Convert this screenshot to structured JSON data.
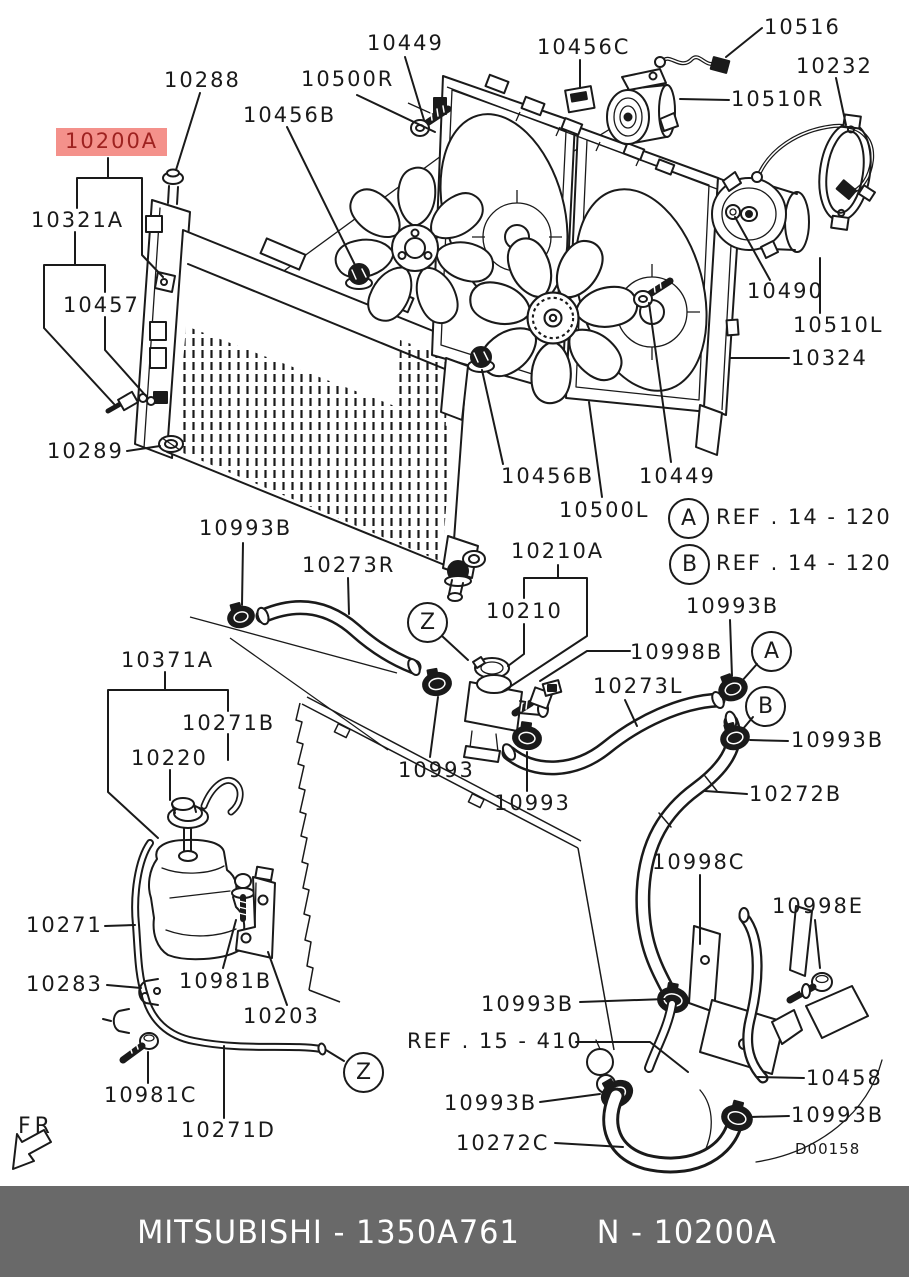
{
  "colors": {
    "line": "#1a1a1a",
    "highlight_bg": "#f4918b",
    "highlight_text": "#9e2220",
    "banner_bg": "#696969",
    "banner_text": "#ffffff"
  },
  "selected_part": {
    "text": "10200A"
  },
  "banner": {
    "left": "MITSUBISHI - 1350A761",
    "right": "N - 10200A"
  },
  "drawing_code": {
    "text": "D00158"
  },
  "direction": {
    "text": "FR"
  },
  "markers": [
    {
      "text": "A"
    },
    {
      "text": "B"
    },
    {
      "text": "A"
    },
    {
      "text": "B"
    },
    {
      "text": "Z"
    },
    {
      "text": "Z"
    }
  ],
  "refs": [
    {
      "text": "REF . 14 - 120"
    },
    {
      "text": "REF . 14 - 120"
    },
    {
      "text": "REF . 15 - 410"
    }
  ],
  "callouts": [
    {
      "text": "10288"
    },
    {
      "text": "10500R"
    },
    {
      "text": "10449"
    },
    {
      "text": "10456B"
    },
    {
      "text": "10456C"
    },
    {
      "text": "10516"
    },
    {
      "text": "10232"
    },
    {
      "text": "10510R"
    },
    {
      "text": "10321A"
    },
    {
      "text": "10457"
    },
    {
      "text": "10490"
    },
    {
      "text": "10510L"
    },
    {
      "text": "10324"
    },
    {
      "text": "10289"
    },
    {
      "text": "10456B"
    },
    {
      "text": "10449"
    },
    {
      "text": "10500L"
    },
    {
      "text": "10993B"
    },
    {
      "text": "10273R"
    },
    {
      "text": "10210A"
    },
    {
      "text": "10210"
    },
    {
      "text": "10993B"
    },
    {
      "text": "10998B"
    },
    {
      "text": "10273L"
    },
    {
      "text": "10993B"
    },
    {
      "text": "10371A"
    },
    {
      "text": "10271B"
    },
    {
      "text": "10220"
    },
    {
      "text": "10993"
    },
    {
      "text": "10993"
    },
    {
      "text": "10272B"
    },
    {
      "text": "10271"
    },
    {
      "text": "10283"
    },
    {
      "text": "10981B"
    },
    {
      "text": "10203"
    },
    {
      "text": "10998C"
    },
    {
      "text": "10998E"
    },
    {
      "text": "10981C"
    },
    {
      "text": "10271D"
    },
    {
      "text": "10993B"
    },
    {
      "text": "10458"
    },
    {
      "text": "10993B"
    },
    {
      "text": "10993B"
    },
    {
      "text": "10272C"
    }
  ]
}
